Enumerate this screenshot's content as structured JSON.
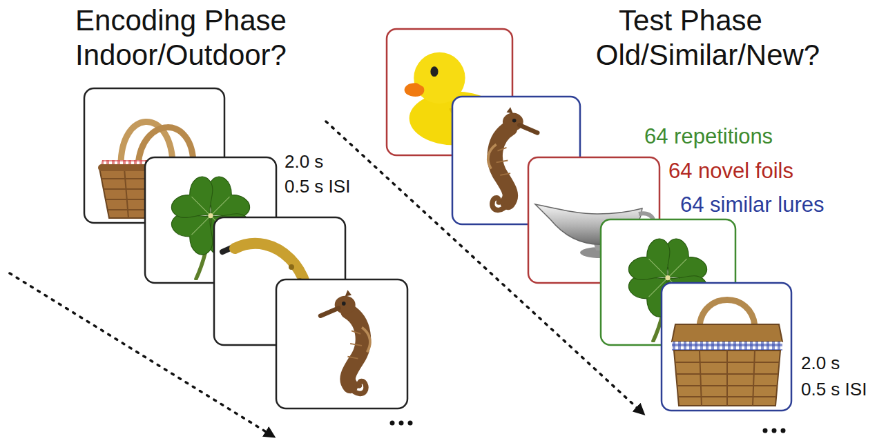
{
  "diagram": {
    "labels": [
      "Encoding Phase",
      "Indoor/Outdoor?",
      "2.0 s",
      "0.5 s ISI",
      "Test Phase",
      "Old/Similar/New?",
      "64 repetitions",
      "64 novel foils",
      "64 similar lures",
      "2.0 s",
      "0.5 s ISI"
    ]
  }
}
